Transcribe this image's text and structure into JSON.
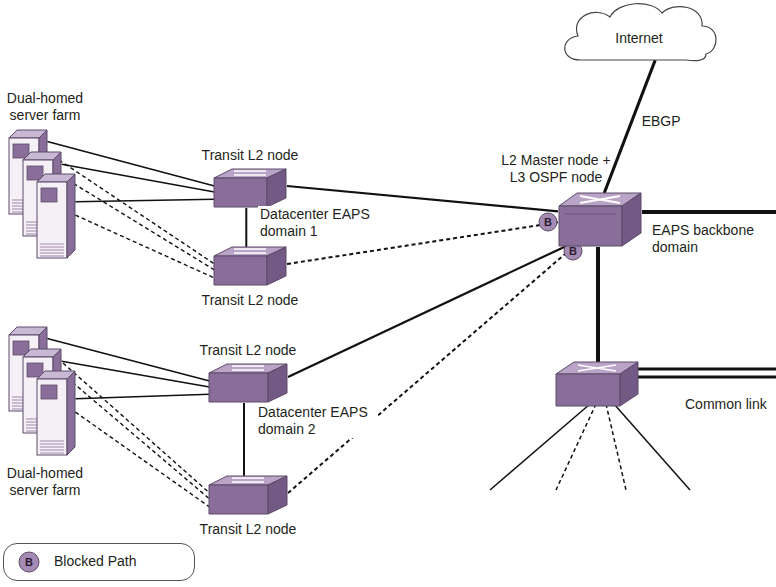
{
  "diagram": {
    "nodes": [
      {
        "text": [
          "Internet"
        ]
      },
      {
        "text": [
          "Dual-homed server farm"
        ]
      },
      {
        "text": [
          "Transit L2 node"
        ]
      },
      {
        "text": [
          "Transit L2 node"
        ]
      },
      {
        "text": [
          "L2 Master node + L3 OSPF node"
        ]
      },
      {
        "text": [
          "Transit L2 node"
        ]
      },
      {
        "text": [
          "Dual-homed server farm"
        ]
      },
      {
        "text": [
          "Transit L2 node"
        ]
      }
    ],
    "edges": [
      {
        "from": 0,
        "to": 4,
        "arrow": "none",
        "label": "EBGP"
      },
      {
        "from": 1,
        "to": 2,
        "arrow": "none"
      },
      {
        "from": 1,
        "to": 3,
        "arrow": "none"
      },
      {
        "from": 2,
        "to": 3,
        "arrow": "none"
      },
      {
        "from": 2,
        "to": 4,
        "arrow": "none"
      },
      {
        "from": 3,
        "to": 4,
        "arrow": "none"
      },
      {
        "from": 6,
        "to": 5,
        "arrow": "none"
      },
      {
        "from": 6,
        "to": 7,
        "arrow": "none"
      },
      {
        "from": 5,
        "to": 7,
        "arrow": "none"
      },
      {
        "from": 5,
        "to": 4,
        "arrow": "none"
      },
      {
        "from": 7,
        "to": 4,
        "arrow": "none"
      }
    ],
    "labels": [
      "Datacenter EAPS domain 1",
      "B",
      "B",
      "Datacenter EAPS domain 2",
      "EAPS backbone domain",
      "Common link",
      "B"
    ],
    "legend": [
      {
        "text": "Blocked Path"
      }
    ]
  }
}
